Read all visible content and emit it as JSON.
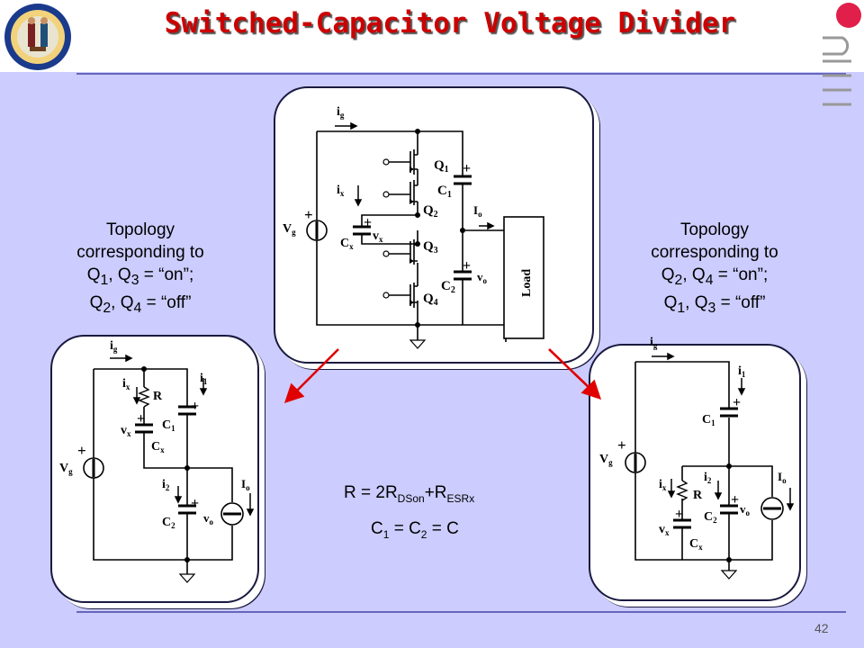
{
  "title": "Switched-Capacitor Voltage Divider",
  "page_number": "42",
  "left_topology": {
    "line1": "Topology",
    "line2": "corresponding to",
    "line3_a": "Q",
    "line3_sub1": "1",
    "line3_b": ", Q",
    "line3_sub2": "3",
    "line3_c": " = “on”;",
    "line4_a": "Q",
    "line4_sub1": "2",
    "line4_b": ", Q",
    "line4_sub2": "4",
    "line4_c": " = “off”"
  },
  "right_topology": {
    "line1": "Topology",
    "line2": "corresponding to",
    "line3_a": "Q",
    "line3_sub1": "2",
    "line3_b": ", Q",
    "line3_sub2": "4",
    "line3_c": " = “on”;",
    "line4_a": "Q",
    "line4_sub1": "1",
    "line4_b": ", Q",
    "line4_sub2": "3",
    "line4_c": " = “off”"
  },
  "equations": {
    "r_eq_a": "R = 2R",
    "r_eq_sub1": "DSon",
    "r_eq_b": "+R",
    "r_eq_sub2": "ESRx",
    "c_eq_a": "C",
    "c_eq_sub1": "1",
    "c_eq_b": " = C",
    "c_eq_sub2": "2",
    "c_eq_c": " = C"
  },
  "labels": {
    "ig": "i",
    "ig_sub": "g",
    "ix": "i",
    "ix_sub": "x",
    "i1": "i",
    "i1_sub": "1",
    "i2": "i",
    "i2_sub": "2",
    "Io": "I",
    "Io_sub": "o",
    "Vg": "V",
    "Vg_sub": "g",
    "vx": "v",
    "vx_sub": "x",
    "vo": "v",
    "vo_sub": "o",
    "Cx": "C",
    "Cx_sub": "x",
    "C1": "C",
    "C1_sub": "1",
    "C2": "C",
    "C2_sub": "2",
    "Q1": "Q",
    "Q1_sub": "1",
    "Q2": "Q",
    "Q2_sub": "2",
    "Q3": "Q",
    "Q3_sub": "3",
    "Q4": "Q",
    "Q4_sub": "4",
    "R": "R",
    "Load": "Load",
    "plus": "+"
  },
  "colors": {
    "background": "#ccccff",
    "title": "#cc0000",
    "arrow": "#e00000",
    "logo_ring": "#1a3a8c",
    "deco_circle": "#e0204a"
  }
}
